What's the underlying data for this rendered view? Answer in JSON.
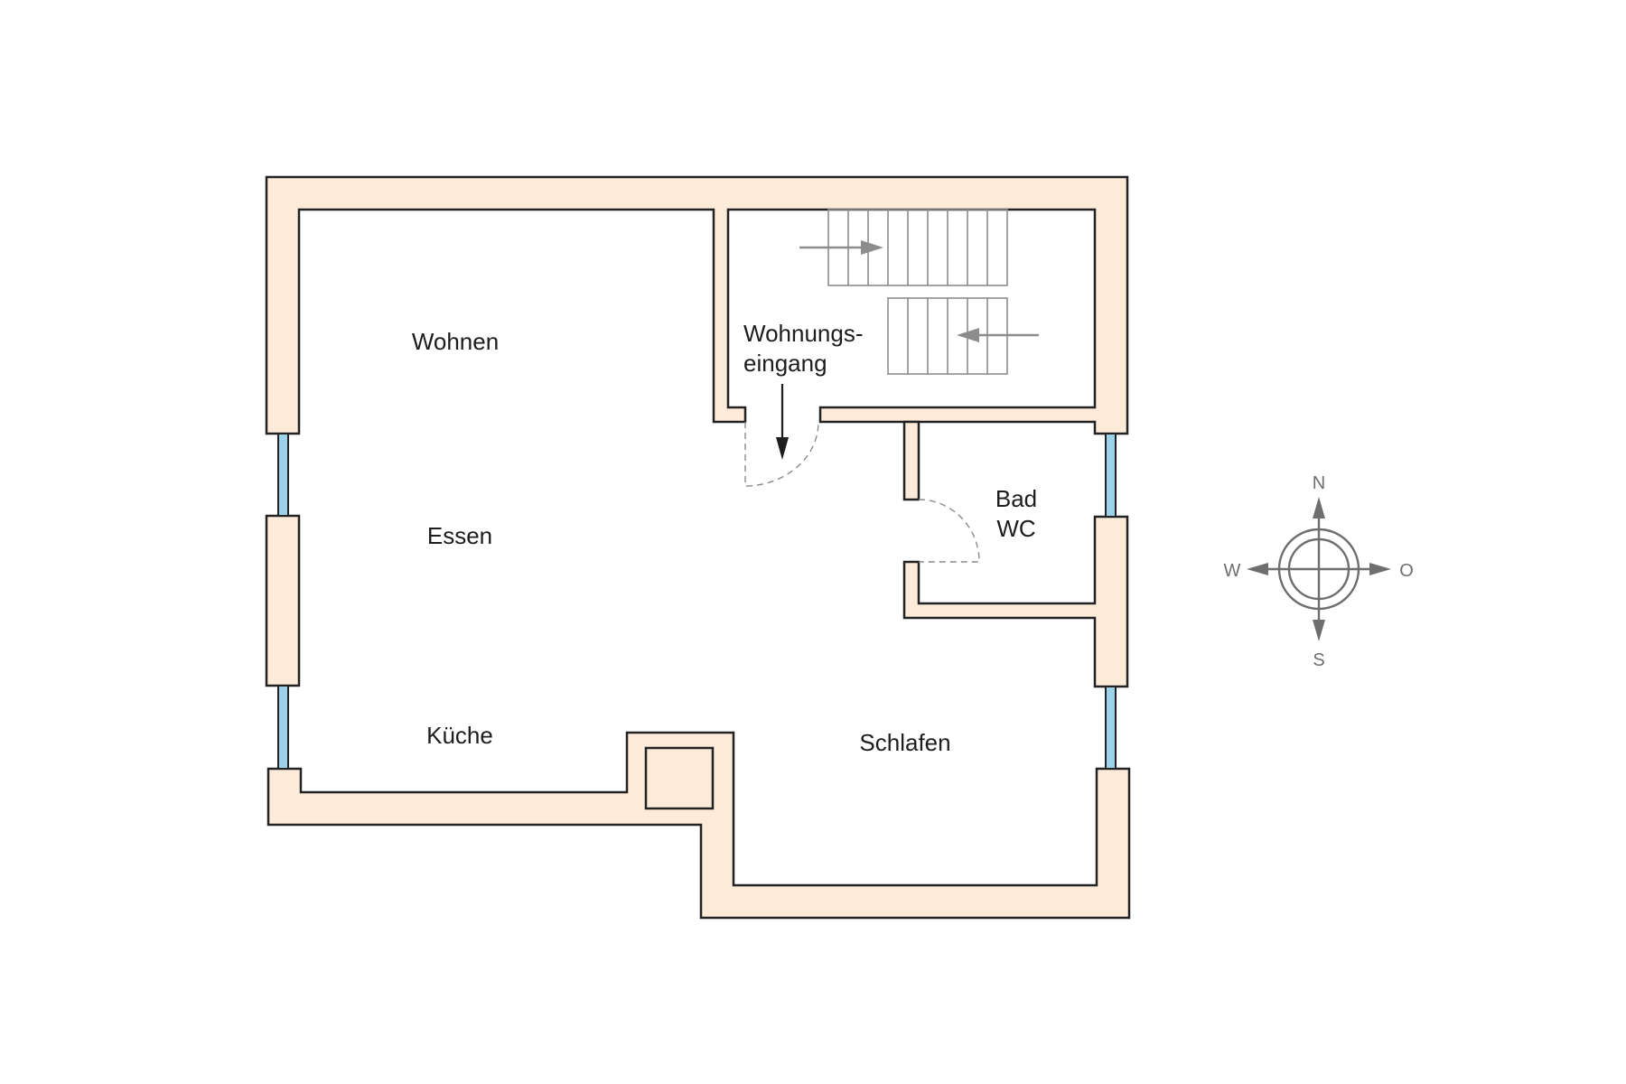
{
  "plan": {
    "rooms": [
      {
        "key": "wohnen",
        "label": "Wohnen"
      },
      {
        "key": "essen",
        "label": "Essen"
      },
      {
        "key": "kueche",
        "label": "Küche"
      },
      {
        "key": "schlafen",
        "label": "Schlafen"
      }
    ],
    "entrance": {
      "line1": "Wohnungs-",
      "line2": "eingang"
    },
    "bath": {
      "line1": "Bad",
      "line2": "WC"
    },
    "stairs": {
      "upper_flight_treads": 9,
      "lower_flight_treads": 6
    }
  },
  "compass": {
    "north": "N",
    "south": "S",
    "west": "W",
    "east": "O"
  },
  "colors": {
    "wall_fill": "#fdebda",
    "wall_stroke": "#222222",
    "window_glass": "#9dd3ea",
    "stairs": "#8c8c8c",
    "compass": "#6e6e6e",
    "text": "#1d1d1d"
  }
}
